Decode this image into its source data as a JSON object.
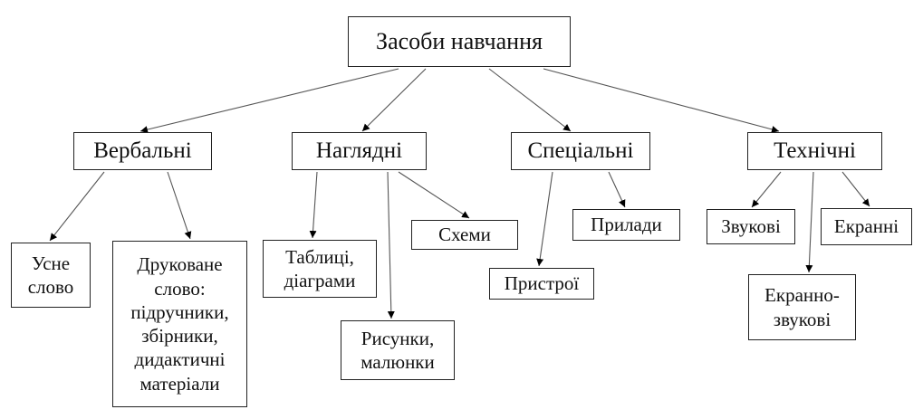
{
  "root": {
    "label": "Засоби навчання"
  },
  "categories": [
    {
      "label": "Вербальні",
      "children": [
        {
          "label": "Усне\nслово"
        },
        {
          "label": "Друковане\nслово:\nпідручники,\nзбірники,\nдидактичні\nматеріали"
        }
      ]
    },
    {
      "label": "Наглядні",
      "children": [
        {
          "label": "Таблиці,\nдіаграми"
        },
        {
          "label": "Рисунки,\nмалюнки"
        },
        {
          "label": "Схеми"
        }
      ]
    },
    {
      "label": "Спеціальні",
      "children": [
        {
          "label": "Пристрої"
        },
        {
          "label": "Прилади"
        }
      ]
    },
    {
      "label": "Технічні",
      "children": [
        {
          "label": "Звукові"
        },
        {
          "label": "Екранно-\nзвукові"
        },
        {
          "label": "Екранні"
        }
      ]
    }
  ]
}
